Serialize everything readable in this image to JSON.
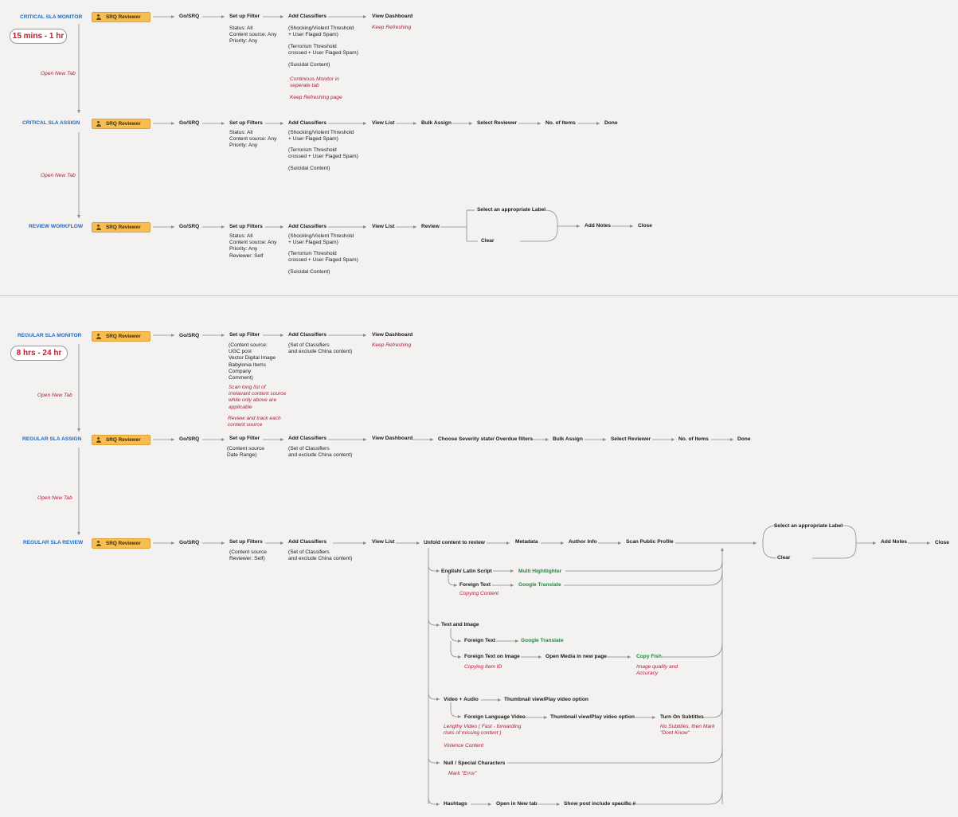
{
  "top": {
    "crit_monitor": {
      "label": "CRITICAL SLA MONITOR",
      "sla_pill": "15 mins - 1 hr",
      "role": "SRQ Reviewer",
      "go": "Go/SRQ",
      "filter_title": "Set up Filter",
      "filter_detail": "Status: All\nContent source: Any\nPriority: Any",
      "classifiers_title": "Add Classifiers",
      "classifiers_detail_1": "(Shocking/Violent Threshold\n+ User Flaged Spam)",
      "classifiers_detail_2": "(Terrorism Threshold\ncrossed + User Flaged Spam)",
      "classifiers_detail_3": "(Suicidal Content)",
      "note_monitor": "Continious Monitor in\nseperate tab",
      "note_refresh_page": "Keep Refreshing page",
      "dashboard": "View Dashboard",
      "note_keep_refreshing": "Keep Refreshing",
      "open_tab": "Open New Tab"
    },
    "crit_assign": {
      "label": "CRITICAL SLA ASSIGN",
      "role": "SRQ Reviewer",
      "go": "Go/SRQ",
      "filter_title": "Set up Filters",
      "filter_detail": "Status: All\nContent source: Any\nPriority: Any",
      "classifiers_title": "Add Classifiers",
      "classifiers_detail_1": "(Shocking/Violent Threshold\n+ User Flaged Spam)",
      "classifiers_detail_2": "(Terrorism Threshold\ncrossed + User Flaged Spam)",
      "classifiers_detail_3": "(Suicidal Content)",
      "view_list": "View List",
      "bulk_assign": "Bulk Assign",
      "select_reviewer": "Select Reviewer",
      "no_items": "No. of Items",
      "done": "Done",
      "open_tab": "Open New Tab"
    },
    "review": {
      "label": "REVIEW WORKFLOW",
      "role": "SRQ Reviewer",
      "go": "Go/SRQ",
      "filter_title": "Set up Filters",
      "filter_detail": "Status: All\nContent source: Any\nPriority: Any\nReviewer: Self",
      "classifiers_title": "Add Classifiers",
      "classifiers_detail_1": "(Shocking/Violent Threshold\n+ User Flaged Spam)",
      "classifiers_detail_2": "(Terrorism Threshold\ncrossed + User Flaged Spam)",
      "classifiers_detail_3": "(Suicidal Content)",
      "view_list": "View List",
      "review": "Review",
      "select_label": "Select an appropriate Label",
      "clear": "Clear",
      "add_notes": "Add Notes",
      "close": "Close"
    }
  },
  "bottom": {
    "reg_monitor": {
      "label": "REGULAR SLA MONITOR",
      "sla_pill": "8 hrs - 24 hr",
      "role": "SRQ Reviewer",
      "go": "Go/SRQ",
      "filter_title": "Set up Filter",
      "filter_detail": "(Content source:\nUGC post\nVector Digital Image\nBabylonia Items\nCompany\nComment)",
      "note_scan": "Scan long list of\nirrelavant content source\nwhile only above are\napplicable",
      "note_track": "Review and track each\ncontent source",
      "classifiers_title": "Add Classifiers",
      "classifiers_detail": "(Set of Classifiers\nand exclude China content)",
      "dashboard": "View Dashboard",
      "note_keep_refreshing": "Keep Refreshing",
      "open_tab": "Open New Tab"
    },
    "reg_assign": {
      "label": "REGULAR SLA ASSIGN",
      "role": "SRQ Reviewer",
      "go": "Go/SRQ",
      "filter_title": "Set up Filter",
      "filter_detail": "(Content source\nDate Range)",
      "classifiers_title": "Add Classifiers",
      "classifiers_detail": "(Set of Classifiers\nand exclude China content)",
      "dashboard": "View Dashboard",
      "severity": "Choose Severity state/ Overdue filters",
      "bulk_assign": "Bulk Assign",
      "select_reviewer": "Select Reviewer",
      "no_items": "No. of Items",
      "done": "Done",
      "open_tab": "Open New Tab"
    },
    "reg_review": {
      "label": "REGULAR SLA REVIEW",
      "role": "SRQ Reviewer",
      "go": "Go/SRQ",
      "filter_title": "Set up Filters",
      "filter_detail": "(Content source\nReviewer: Self)",
      "classifiers_title": "Add Classifiers",
      "classifiers_detail": "(Set of Classifiers\nand exclude China content)",
      "view_list": "View List",
      "unfold": "Unfold content to review",
      "metadata": "Metadata",
      "author": "Author Info",
      "scan_profile": "Scan Public Profile",
      "select_label": "Select an appropriate Label",
      "clear": "Clear",
      "add_notes": "Add Notes",
      "close": "Close",
      "english": "English/ Latin Script",
      "multi_highlighter": "Multi Hightlighter",
      "foreign_text": "Foreign Text",
      "google_translate": "Google Translate",
      "note_copying_content": "Copying Content",
      "text_image": "Text and Image",
      "foreign_text_2": "Foreign Text",
      "google_translate_2": "Google Translate",
      "foreign_text_image": "Foreign Text on Image",
      "open_media": "Open Media in new page",
      "copy_fish": "Copy Fish",
      "note_copying_item": "Copying Item ID",
      "note_image_quality": "Image quality and\nAccuracy",
      "video_audio": "Video + Audio",
      "thumbnail": "Thumbnail view/Play video option",
      "foreign_video": "Foreign Language Video",
      "thumbnail_2": "Thumbnail view/Play video option",
      "subtitles": "Turn On Subtitles",
      "note_lengthy": "Lengthy Video ( Fast - forwarding\nrisks of missing content )",
      "note_no_subtitles": "No Subtitles, then Mark\n\"Dont Know\"",
      "note_violence": "Violence Content",
      "null_chars": "Null / Special Characters",
      "note_mark_error": "Mark \"Error\"",
      "hashtags": "Hashtags",
      "open_tab_new": "Open in New tab",
      "show_post": "Show post include specific #"
    }
  }
}
